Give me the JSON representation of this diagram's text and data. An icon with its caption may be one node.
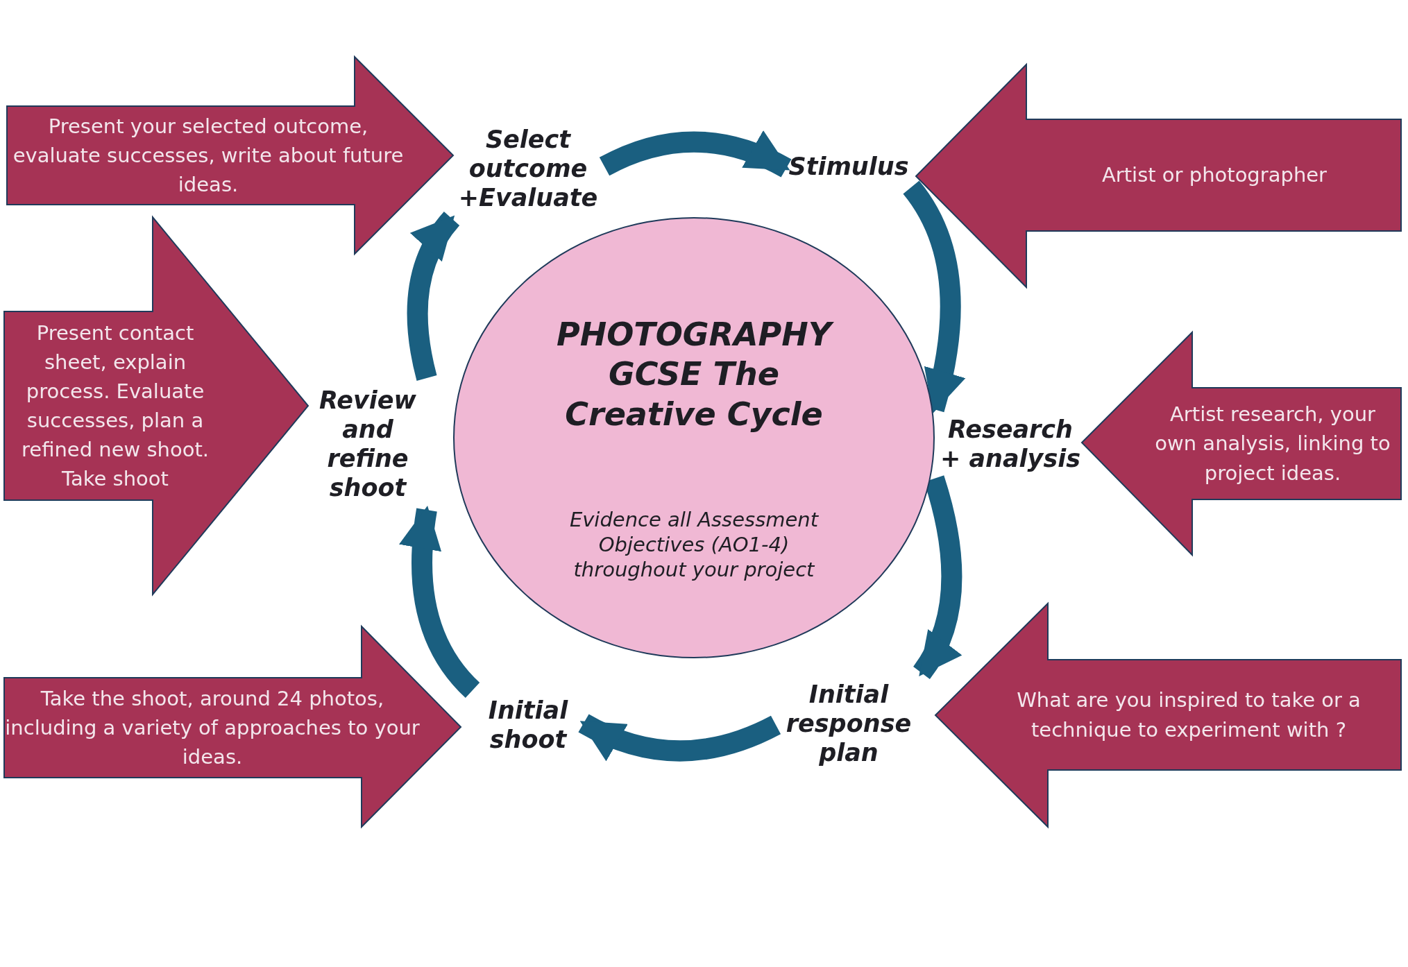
{
  "diagram": {
    "nodes": [
      {
        "text": [
          "PHOTOGRAPHY GCSE The Creative Cycle",
          "Evidence all Assessment Objectives  (AO1-4) throughout your project"
        ]
      },
      {
        "text": [
          "Stimulus"
        ]
      },
      {
        "text": [
          "Research + analysis"
        ]
      },
      {
        "text": [
          "Initial response plan"
        ]
      },
      {
        "text": [
          "Initial shoot"
        ]
      },
      {
        "text": [
          "Review and refine shoot"
        ]
      },
      {
        "text": [
          "Select outcome +Evaluate"
        ]
      },
      {
        "text": [
          "Artist or photographer"
        ]
      },
      {
        "text": [
          "Artist research, your own analysis, linking to project ideas."
        ]
      },
      {
        "text": [
          "What are you inspired to take or a technique to experiment with ?"
        ]
      },
      {
        "text": [
          "Take the shoot, around 24 photos, including a variety of approaches to your ideas."
        ]
      },
      {
        "text": [
          "Present contact sheet, explain process. Evaluate successes, plan a refined  new shoot. Take shoot"
        ]
      },
      {
        "text": [
          "Present your selected outcome, evaluate successes, write about future ideas."
        ]
      }
    ],
    "edges": [
      {
        "from": 6,
        "to": 1,
        "arrow": "to"
      },
      {
        "from": 1,
        "to": 2,
        "arrow": "to"
      },
      {
        "from": 2,
        "to": 3,
        "arrow": "to"
      },
      {
        "from": 3,
        "to": 4,
        "arrow": "to"
      },
      {
        "from": 4,
        "to": 5,
        "arrow": "to"
      },
      {
        "from": 5,
        "to": 6,
        "arrow": "to"
      }
    ]
  }
}
